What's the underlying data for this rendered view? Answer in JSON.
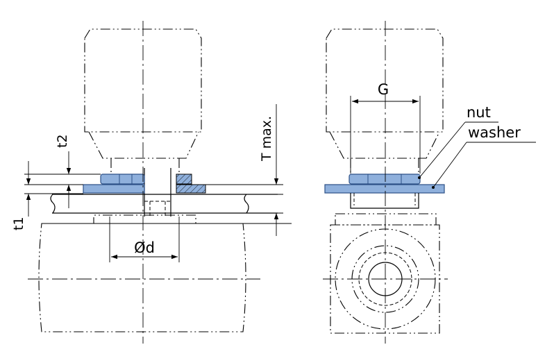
{
  "labels": {
    "g": "G",
    "nut": "nut",
    "washer": "washer",
    "t2": "t2",
    "t1": "t1",
    "tmax": "T max.",
    "od": "Ød"
  },
  "colors": {
    "part_fill": "#8fb0dc",
    "part_stroke": "#2c4f86",
    "hatch": "#5a79a8"
  }
}
